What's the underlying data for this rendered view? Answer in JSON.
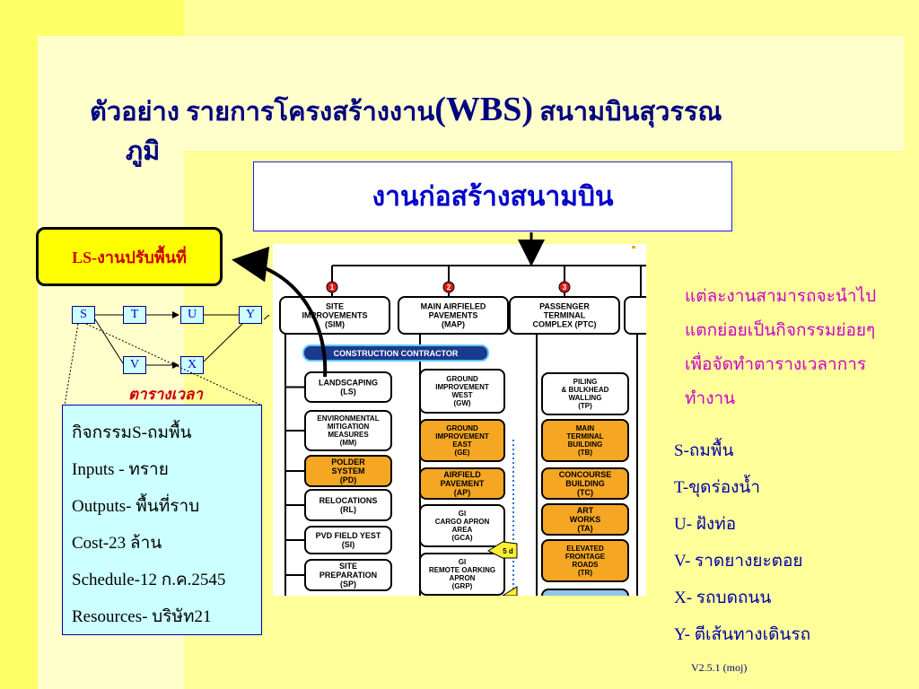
{
  "slide": {
    "title_line1": "ตัวอย่าง รายการโครงสร้างงาน",
    "title_wbs": "(WBS)",
    "title_line1_end": " สนามบินสุวรรณ",
    "title_line2": "ภูมิ",
    "header_box": "งานก่อสร้างสนามบิน",
    "ls_box": "LS-งานปรับพื้นที่",
    "schedule_caption": "ตารางเวลา",
    "version": "V2.5.1 (moj)"
  },
  "network": {
    "nodes": [
      {
        "id": "S",
        "label": "S"
      },
      {
        "id": "T",
        "label": "T"
      },
      {
        "id": "U",
        "label": "U"
      },
      {
        "id": "Y",
        "label": "Y"
      },
      {
        "id": "V",
        "label": "V"
      },
      {
        "id": "X",
        "label": "X"
      }
    ]
  },
  "detail": {
    "lines": [
      "กิจกรรมS-ถมพื้น",
      "Inputs - ทราย",
      "Outputs- พื้นที่ราบ",
      "Cost-23 ล้าน",
      "Schedule-12 ก.ค.2545",
      "Resources- บริษัท21"
    ]
  },
  "note": {
    "lines": [
      "แต่ละงานสามารถจะนำไป",
      "แตกย่อยเป็นกิจกรรมย่อยๆ",
      "เพื่อจัดทำตารางเวลาการ",
      "ทำงาน"
    ]
  },
  "legend": {
    "items": [
      "S-ถมพื้น",
      "T-ขุดร่องน้ำ",
      "U- ฝังท่อ",
      "V- ราดยางยะตอย",
      "X- รถบดถนน",
      "Y- ตีเส้นทางเดินรถ"
    ]
  },
  "wbs_chart": {
    "top_columns": [
      {
        "number": "1",
        "lines": [
          "SITE",
          "IMPROVEMENTS",
          "(SIM)"
        ]
      },
      {
        "number": "2",
        "lines": [
          "MAIN AIRFIELED",
          "PAVEMENTS",
          "(MAP)"
        ]
      },
      {
        "number": "3",
        "lines": [
          "PASSENGER",
          "TERMINAL",
          "COMPLEX (PTC)"
        ]
      }
    ],
    "contractor_label": "CONSTRUCTION CONTRACTOR",
    "col1": [
      {
        "lines": [
          "LANDSCAPING",
          "(LS)"
        ],
        "fill": "white"
      },
      {
        "lines": [
          "ENVIRONMENTAL",
          "MITIGATION",
          "MEASURES",
          "(MM)"
        ],
        "fill": "white"
      },
      {
        "lines": [
          "POLDER",
          "SYSTEM",
          "(PD)"
        ],
        "fill": "orange"
      },
      {
        "lines": [
          "RELOCATIONS",
          "(RL)"
        ],
        "fill": "white"
      },
      {
        "lines": [
          "PVD FIELD YEST",
          "(SI)"
        ],
        "fill": "white"
      },
      {
        "lines": [
          "SITE",
          "PREPARATION",
          "(SP)"
        ],
        "fill": "white"
      }
    ],
    "col2": [
      {
        "lines": [
          "GROUND",
          "IMPROVEMENT",
          "WEST",
          "(GW)"
        ],
        "fill": "white"
      },
      {
        "lines": [
          "GROUND",
          "IMPROVEMENT",
          "EAST",
          "(GE)"
        ],
        "fill": "orange"
      },
      {
        "lines": [
          "AIRFIELD",
          "PAVEMENT",
          "(AP)"
        ],
        "fill": "orange"
      },
      {
        "lines": [
          "GI",
          "CARGO APRON",
          "AREA",
          "(GCA)"
        ],
        "fill": "white"
      },
      {
        "lines": [
          "GI",
          "REMOTE OARKING",
          "APRON",
          "(GRP)"
        ],
        "fill": "white"
      }
    ],
    "col3": [
      {
        "lines": [
          "PILING",
          "& BULKHEAD",
          "WALLING",
          "(TP)"
        ],
        "fill": "white"
      },
      {
        "lines": [
          "MAIN",
          "TERMINAL",
          "BUILDING",
          "(TB)"
        ],
        "fill": "orange"
      },
      {
        "lines": [
          "CONCOURSE",
          "BUILDING",
          "(TC)"
        ],
        "fill": "orange"
      },
      {
        "lines": [
          "ART",
          "WORKS",
          "(TA)"
        ],
        "fill": "orange"
      },
      {
        "lines": [
          "ELEVATED",
          "FRONTAGE",
          "ROADS",
          "(TR)"
        ],
        "fill": "orange"
      }
    ],
    "flag_label": "5 d"
  },
  "colors": {
    "orange": "#f5a623",
    "navy": "#000080",
    "contractor": "#1a3a8c"
  }
}
